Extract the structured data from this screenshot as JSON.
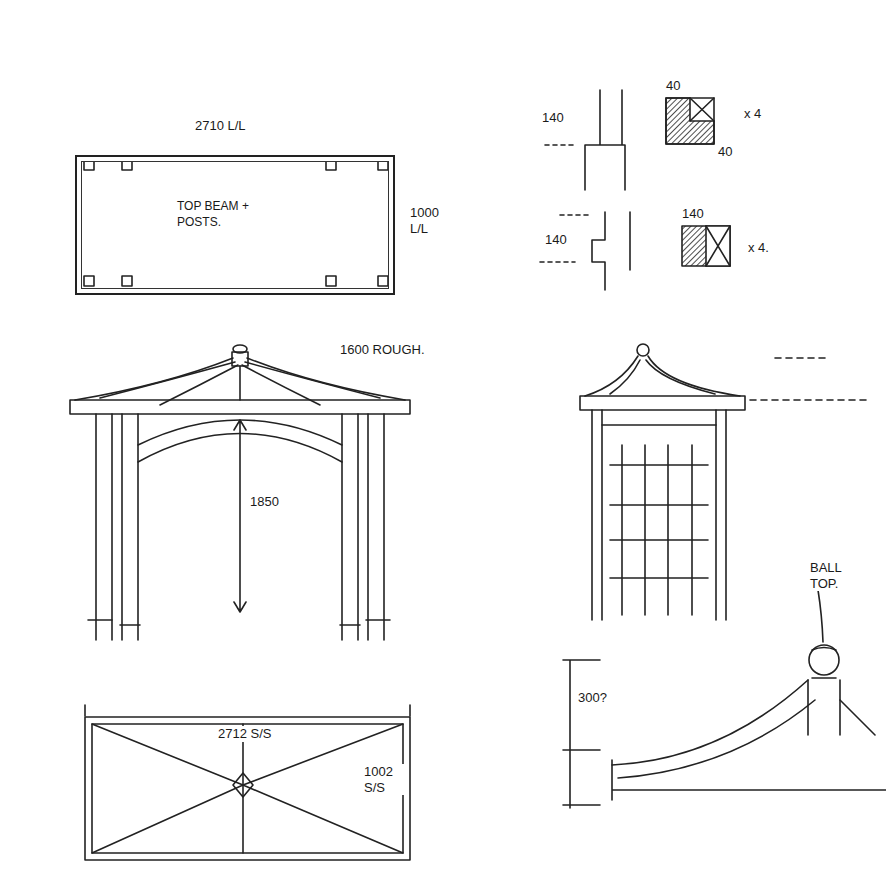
{
  "diagram": {
    "nodes": [
      {
        "text": [
          "TOP BEAM + POSTS."
        ]
      }
    ],
    "labels": [
      "2710 L/L",
      "1000 L/L",
      "140",
      "40",
      "40",
      "x 4",
      "140",
      "140",
      "x 4.",
      "1600 ROUGH.",
      "1850",
      "2712 S/S",
      "1002 S/S",
      "300?",
      "BALL TOP."
    ]
  }
}
